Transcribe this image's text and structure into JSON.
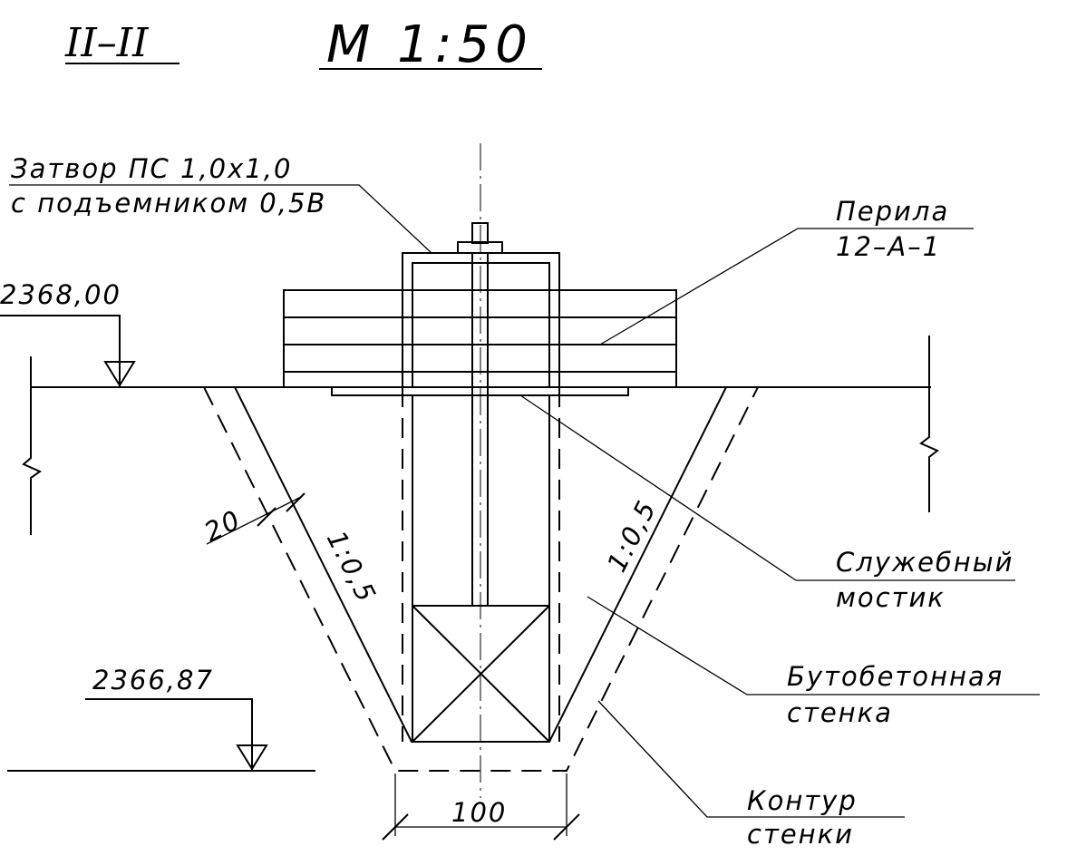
{
  "header": {
    "section": "II–II",
    "scale": "М 1:50"
  },
  "elevations": {
    "top": "2368,00",
    "bottom": "2366,87"
  },
  "labels": {
    "gate_line1": "Затвор ПС 1,0х1,0",
    "gate_line2": "с подъемником 0,5В",
    "railing_line1": "Перила",
    "railing_line2": "12–А–1",
    "bridge_line1": "Служебный",
    "bridge_line2": "мостик",
    "wall_line1": "Бутобетонная",
    "wall_line2": "стенка",
    "contour_line1": "Контур",
    "contour_line2": "стенки"
  },
  "dimensions": {
    "lining": "20",
    "width": "100",
    "slope_left": "1:0,5",
    "slope_right": "1:0,5"
  }
}
